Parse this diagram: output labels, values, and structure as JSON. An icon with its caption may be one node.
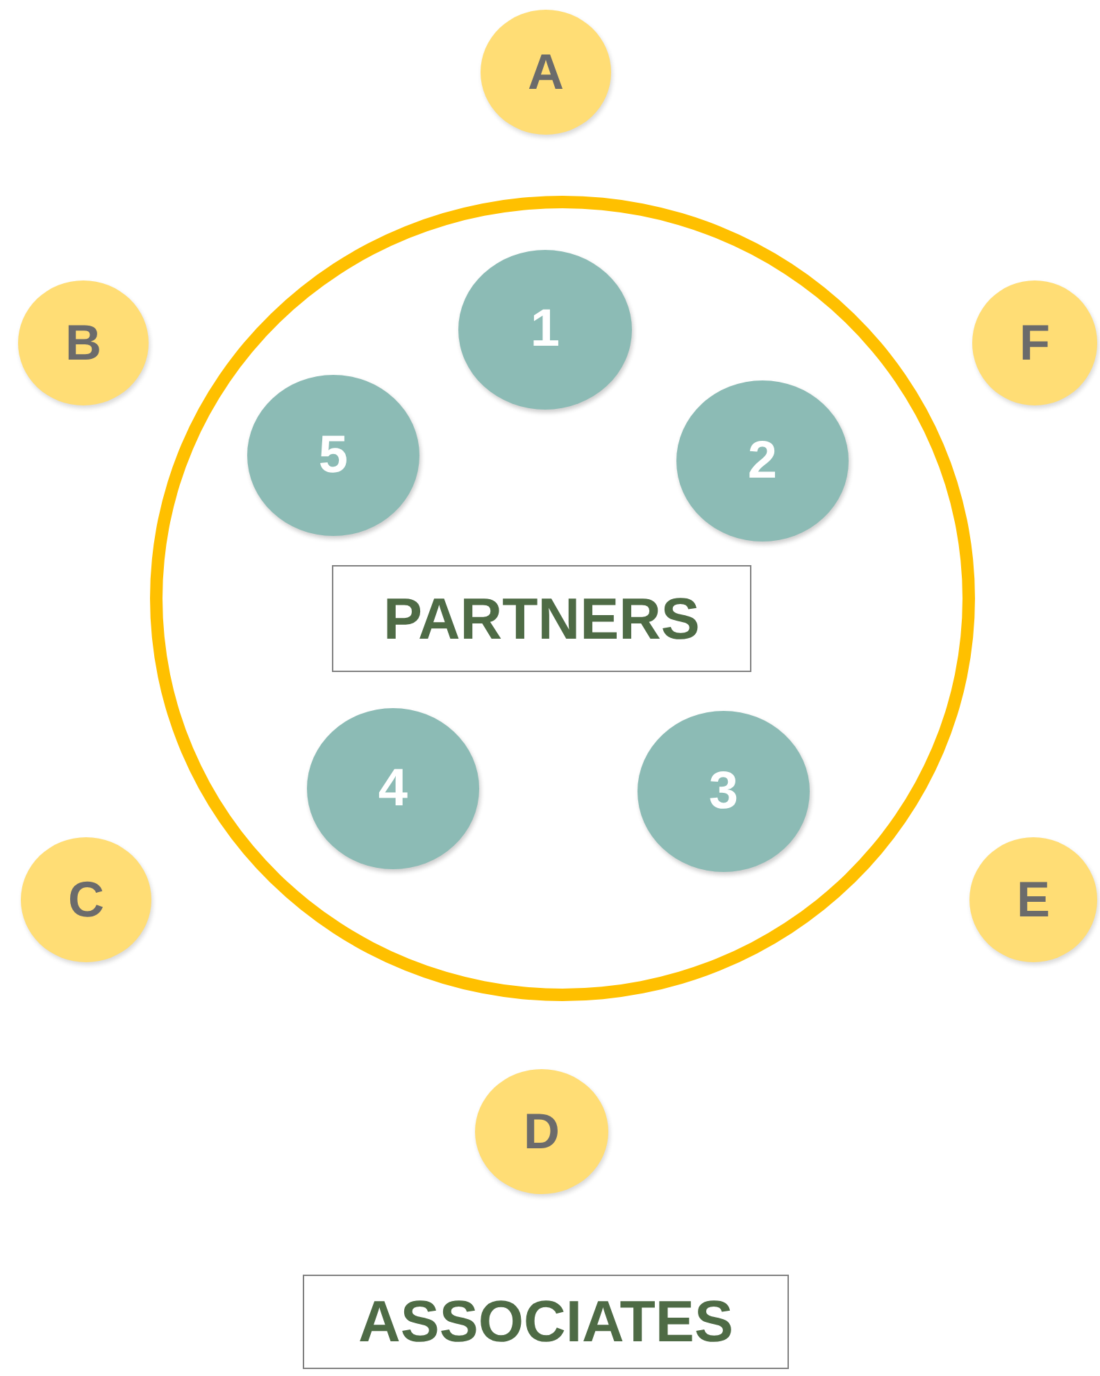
{
  "diagram": {
    "nodes": [
      {
        "text": [
          "A"
        ]
      },
      {
        "text": [],
        "shape": "circle"
      },
      {
        "text": [
          "1"
        ],
        "in": 1
      },
      {
        "text": [
          "5"
        ],
        "in": 1
      },
      {
        "text": [
          "2"
        ],
        "in": 1
      },
      {
        "text": [
          "PARTNERS"
        ],
        "in": 1
      },
      {
        "text": [
          "4"
        ],
        "in": 1
      },
      {
        "text": [
          "3"
        ],
        "in": 1
      },
      {
        "text": [
          "B"
        ]
      },
      {
        "text": [
          "F"
        ]
      },
      {
        "text": [
          "C"
        ]
      },
      {
        "text": [
          "E"
        ]
      },
      {
        "text": [
          "D"
        ]
      },
      {
        "text": [
          "ASSOCIATES"
        ]
      }
    ]
  }
}
